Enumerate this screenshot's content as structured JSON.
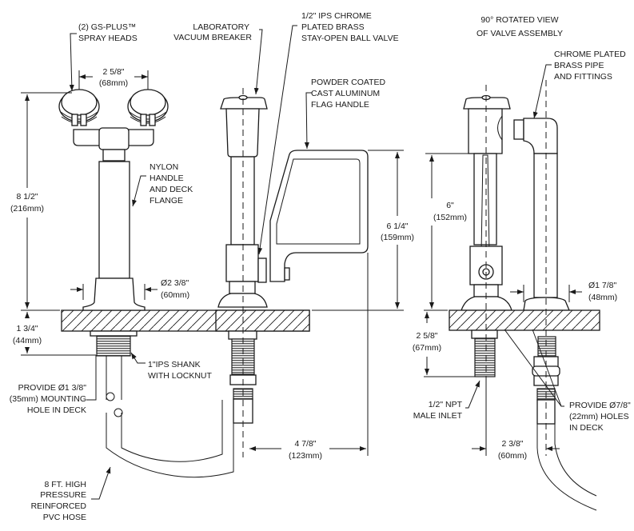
{
  "drawing": {
    "title_rotated_view": [
      "90° ROTATED VIEW",
      "OF VALVE ASSEMBLY"
    ],
    "callouts": {
      "spray_heads": [
        "(2) GS-PLUS™",
        "SPRAY HEADS"
      ],
      "vacuum_breaker": [
        "LABORATORY",
        "VACUUM BREAKER"
      ],
      "ball_valve": [
        "1/2\" IPS CHROME",
        "PLATED BRASS",
        "STAY-OPEN BALL VALVE"
      ],
      "flag_handle": [
        "POWDER COATED",
        "CAST ALUMINUM",
        "FLAG HANDLE"
      ],
      "chrome_pipe": [
        "CHROME PLATED",
        "BRASS PIPE",
        "AND FITTINGS"
      ],
      "nylon_handle": [
        "NYLON",
        "HANDLE",
        "AND DECK",
        "FLANGE"
      ],
      "shank": [
        "1\"IPS SHANK",
        "WITH LOCKNUT"
      ],
      "mounting_hole": [
        "PROVIDE Ø1 3/8\"",
        "(35mm) MOUNTING",
        "HOLE IN DECK"
      ],
      "hose": [
        "8 FT. HIGH",
        "PRESSURE",
        "REINFORCED",
        "PVC HOSE"
      ],
      "npt_inlet": [
        "1/2\" NPT",
        "MALE INLET"
      ],
      "deck_holes": [
        "PROVIDE Ø7/8\"",
        "(22mm) HOLES",
        "IN DECK"
      ]
    },
    "dimensions": {
      "head_spacing": [
        "2 5/8\"",
        "(68mm)"
      ],
      "overall_height": [
        "8 1/2\"",
        "(216mm)"
      ],
      "flange_dia": [
        "Ø2 3/8\"",
        "(60mm)"
      ],
      "deck_thickness": [
        "1 3/4\"",
        "(44mm)"
      ],
      "handle_height": [
        "6 1/4\"",
        "(159mm)"
      ],
      "handle_reach": [
        "4 7/8\"",
        "(123mm)"
      ],
      "valve_height": [
        "6\"",
        "(152mm)"
      ],
      "pipe_flange_dia": [
        "Ø1 7/8\"",
        "(48mm)"
      ],
      "inlet_depth": [
        "2 5/8\"",
        "(67mm)"
      ],
      "inlet_spacing": [
        "2 3/8\"",
        "(60mm)"
      ]
    }
  }
}
